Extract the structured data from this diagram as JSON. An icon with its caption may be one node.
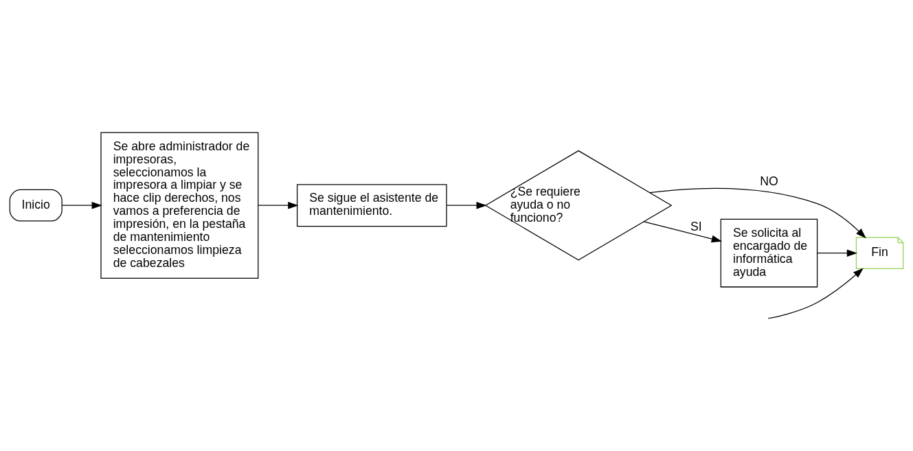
{
  "diagram": {
    "nodes": [
      {
        "text": [
          "Inicio"
        ]
      },
      {
        "text": [
          "Se abre administrador de impresoras, seleccionamos la impresora a limpiar y se hace clip derechos, nos vamos a preferencia de impresión, en la pestaña de mantenimiento seleccionamos limpieza de cabezales"
        ]
      },
      {
        "text": [
          "Se sigue el asistente de mantenimiento."
        ]
      },
      {
        "text": [
          "¿Se requiere ayuda o no funciono?"
        ]
      },
      {
        "text": [
          "Fin"
        ]
      },
      {
        "text": [
          "Se solicita al encargado de informática ayuda"
        ]
      }
    ],
    "edges": [
      {
        "from": 0,
        "to": 1,
        "arrow": "to"
      },
      {
        "from": 1,
        "to": 2,
        "arrow": "to"
      },
      {
        "from": null,
        "to": 4,
        "arrow": "to"
      },
      {
        "from": 2,
        "to": 3,
        "arrow": "to"
      },
      {
        "from": 3,
        "to": 4,
        "arrow": "to",
        "label": "NO"
      },
      {
        "from": 3,
        "to": 5,
        "arrow": "to",
        "label": "SI"
      },
      {
        "from": 5,
        "to": 4,
        "arrow": "to"
      }
    ]
  }
}
